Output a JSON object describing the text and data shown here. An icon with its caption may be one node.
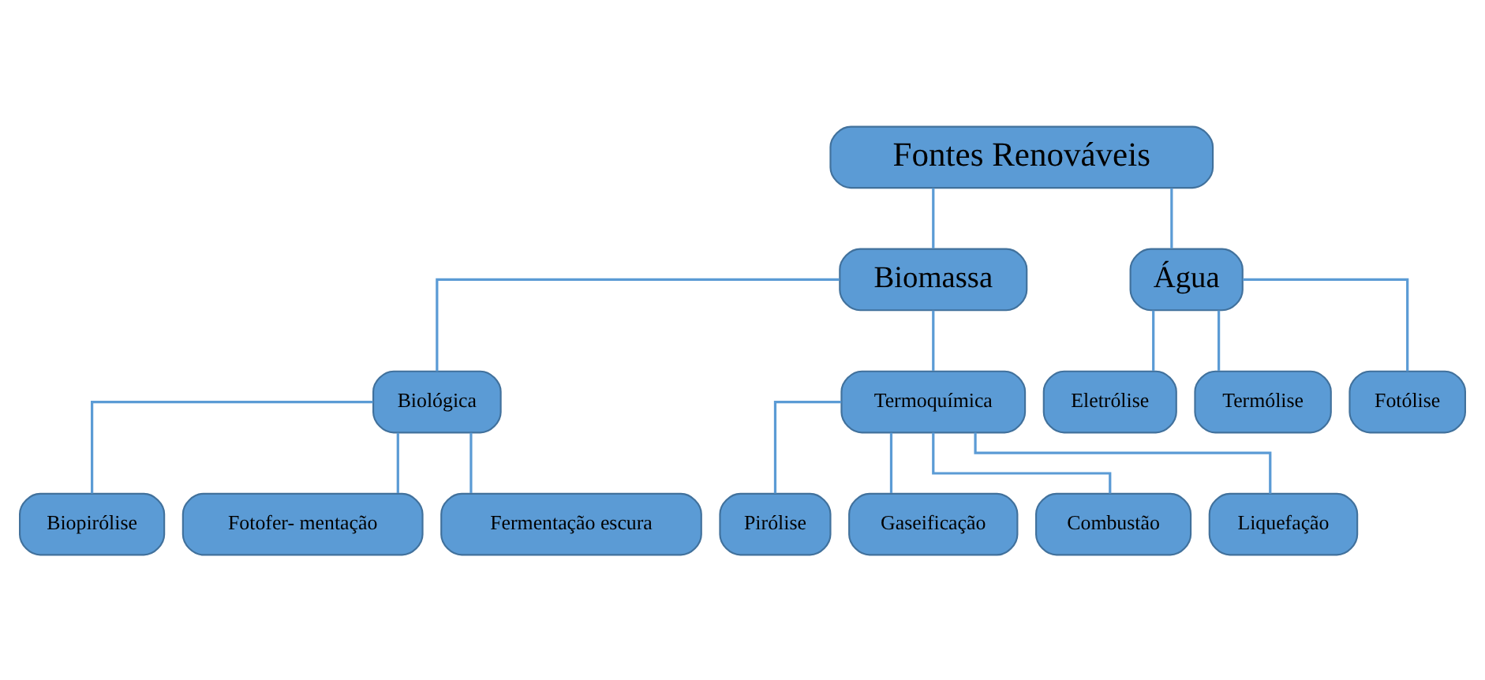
{
  "diagram": {
    "nodes": [
      {
        "text": [
          "Fontes Renováveis"
        ]
      },
      {
        "text": [
          "Biomassa"
        ]
      },
      {
        "text": [
          "Água"
        ]
      },
      {
        "text": [
          "Biológica"
        ]
      },
      {
        "text": [
          "Termoquímica"
        ]
      },
      {
        "text": [
          "Eletrólise"
        ]
      },
      {
        "text": [
          "Termólise"
        ]
      },
      {
        "text": [
          "Fotólise"
        ]
      },
      {
        "text": [
          "Biopirólise"
        ]
      },
      {
        "text": [
          "Fotofer- mentação"
        ]
      },
      {
        "text": [
          "Fermentação escura"
        ]
      },
      {
        "text": [
          "Pirólise"
        ]
      },
      {
        "text": [
          "Gaseificação"
        ]
      },
      {
        "text": [
          "Combustão"
        ]
      },
      {
        "text": [
          "Liquefação"
        ]
      }
    ],
    "edges": [
      {
        "from": 0,
        "to": 1,
        "arrow": "none"
      },
      {
        "from": 0,
        "to": 2,
        "arrow": "none"
      },
      {
        "from": 1,
        "to": 3,
        "arrow": "none"
      },
      {
        "from": 1,
        "to": 4,
        "arrow": "none"
      },
      {
        "from": 2,
        "to": 5,
        "arrow": "none"
      },
      {
        "from": 2,
        "to": 6,
        "arrow": "none"
      },
      {
        "from": 2,
        "to": 7,
        "arrow": "none"
      },
      {
        "from": 3,
        "to": 8,
        "arrow": "none"
      },
      {
        "from": 3,
        "to": 9,
        "arrow": "none"
      },
      {
        "from": 3,
        "to": 10,
        "arrow": "none"
      },
      {
        "from": 4,
        "to": 11,
        "arrow": "none"
      },
      {
        "from": 4,
        "to": 12,
        "arrow": "none"
      },
      {
        "from": 4,
        "to": 13,
        "arrow": "none"
      },
      {
        "from": 4,
        "to": 14,
        "arrow": "none"
      }
    ]
  }
}
